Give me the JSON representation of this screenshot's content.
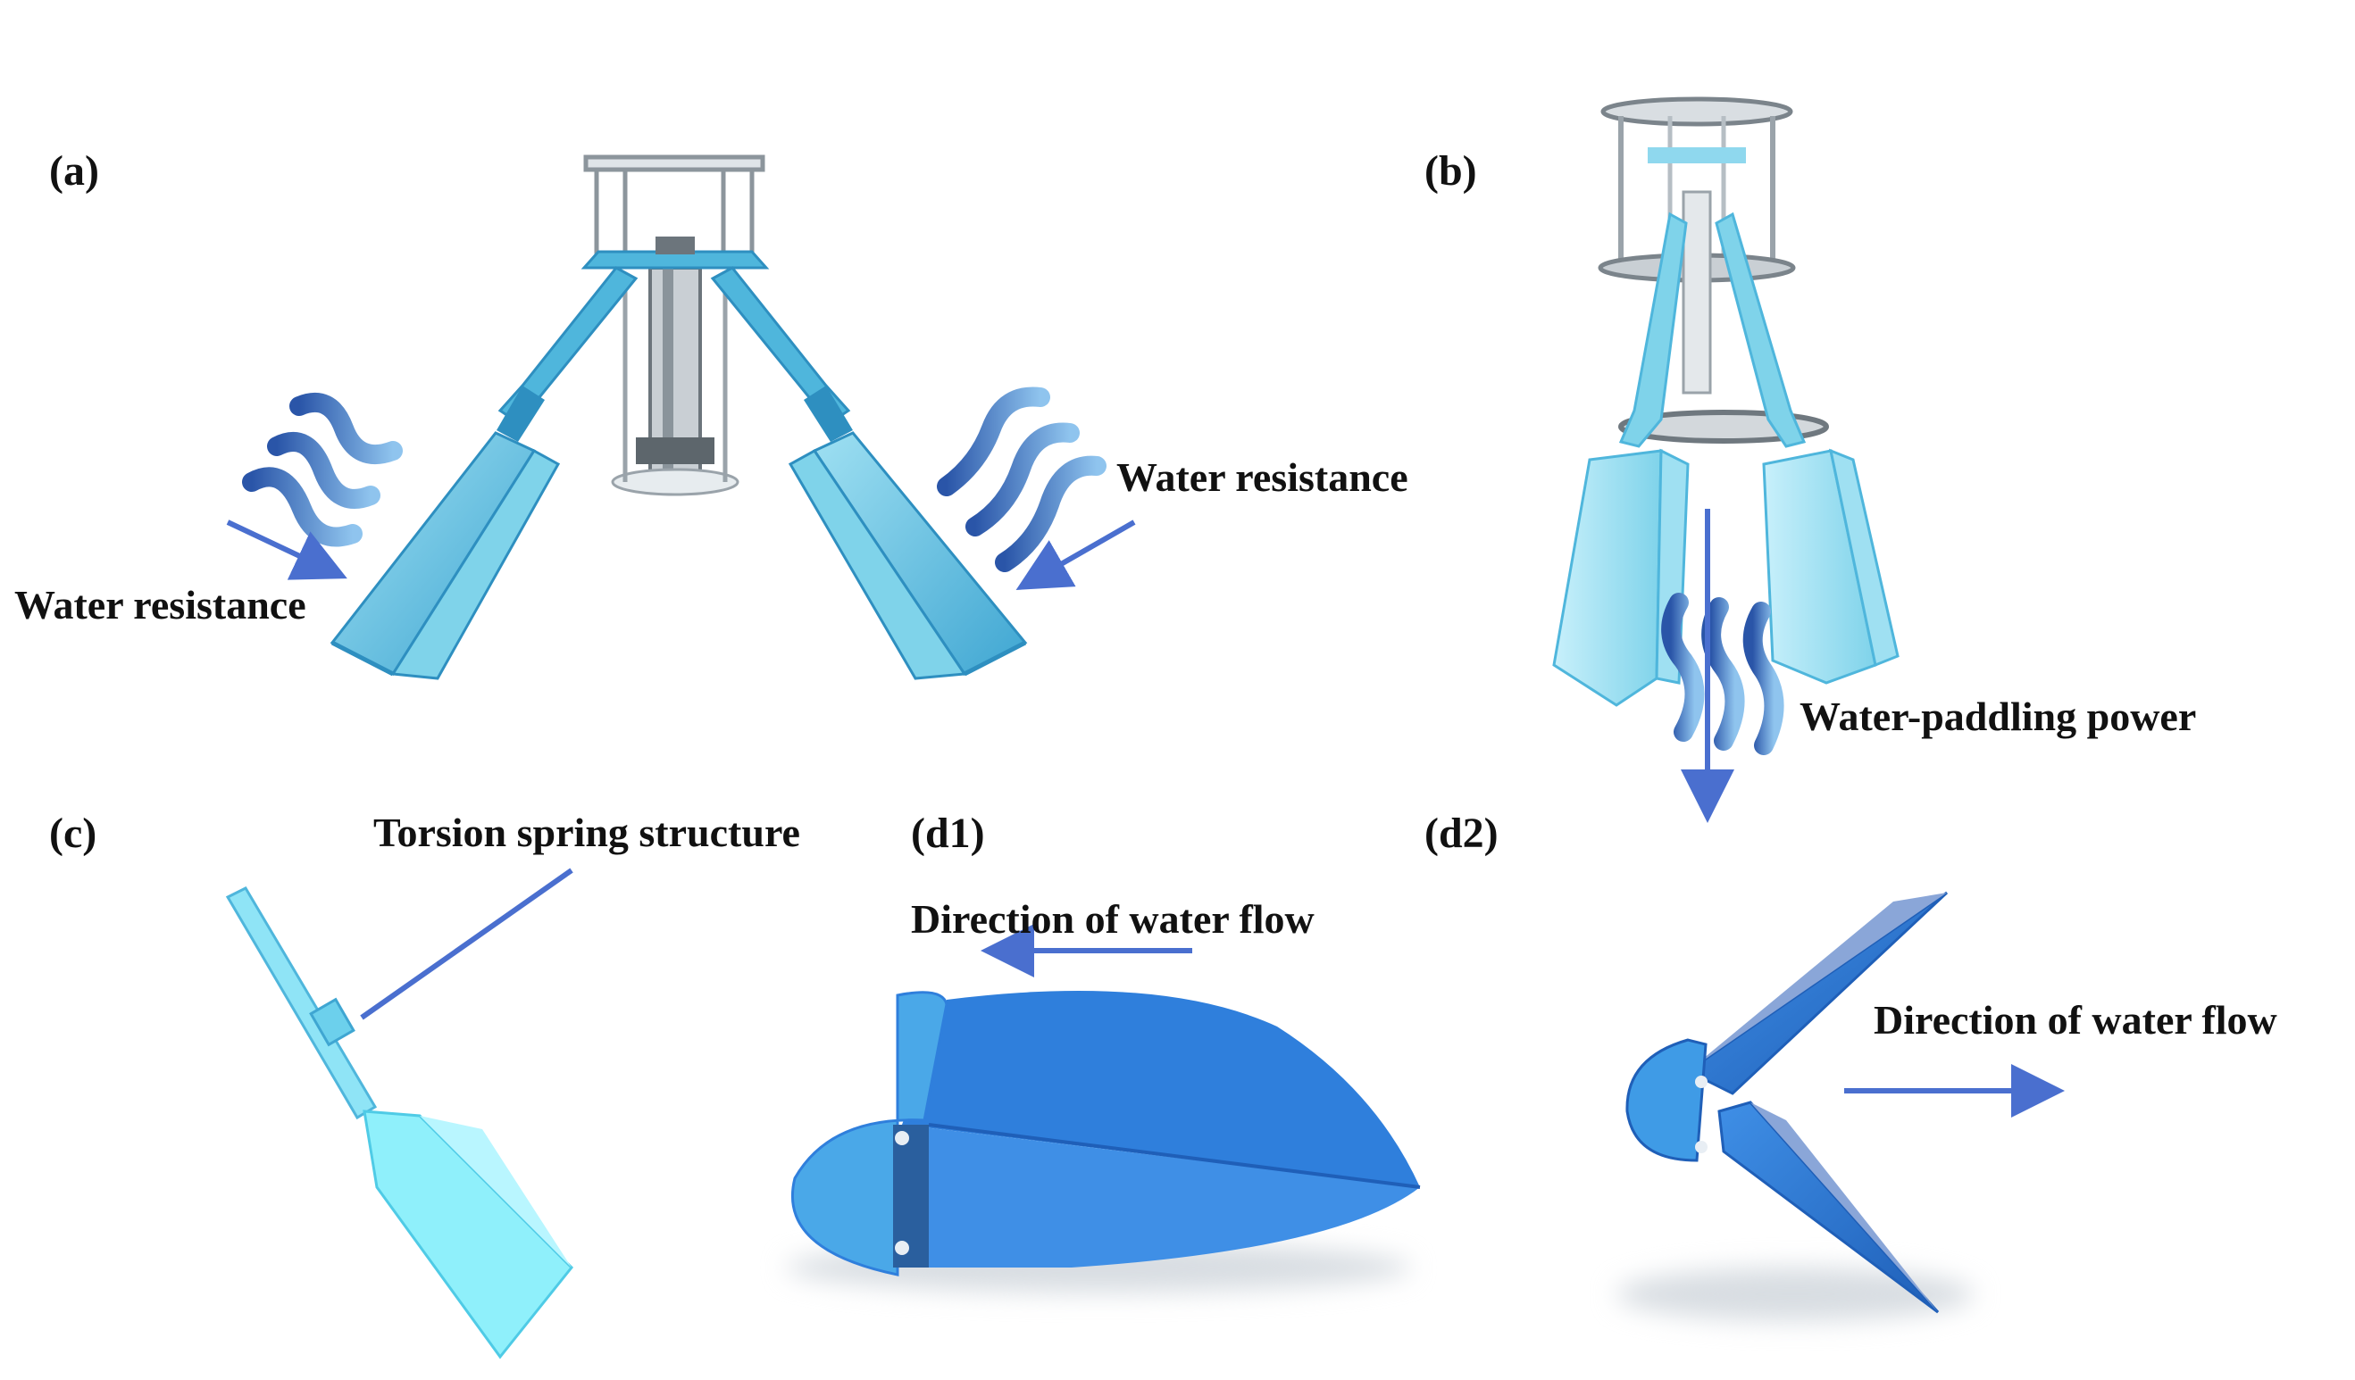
{
  "panels": {
    "a": "(a)",
    "b": "(b)",
    "c": "(c)",
    "d1": "(d1)",
    "d2": "(d2)"
  },
  "annotations": {
    "water_resistance_left": "Water resistance",
    "water_resistance_right": "Water resistance",
    "water_paddling_power": "Water-paddling power",
    "torsion_spring_structure": "Torsion spring structure",
    "direction_flow_d1": "Direction of water flow",
    "direction_flow_d2": "Direction of water flow"
  },
  "colors": {
    "arrow_blue": "#4a6fcf",
    "paddle_light": "#7fd3ea",
    "paddle_mid": "#4fb6dc",
    "paddle_dark": "#2e8fc0",
    "fin_blue": "#2f7fdc",
    "fin_dark": "#1f5fb8",
    "wave_dark": "#2a55a8",
    "wave_light": "#8fc4ee",
    "frame_gray": "#9aa3aa",
    "text": "#111111"
  }
}
